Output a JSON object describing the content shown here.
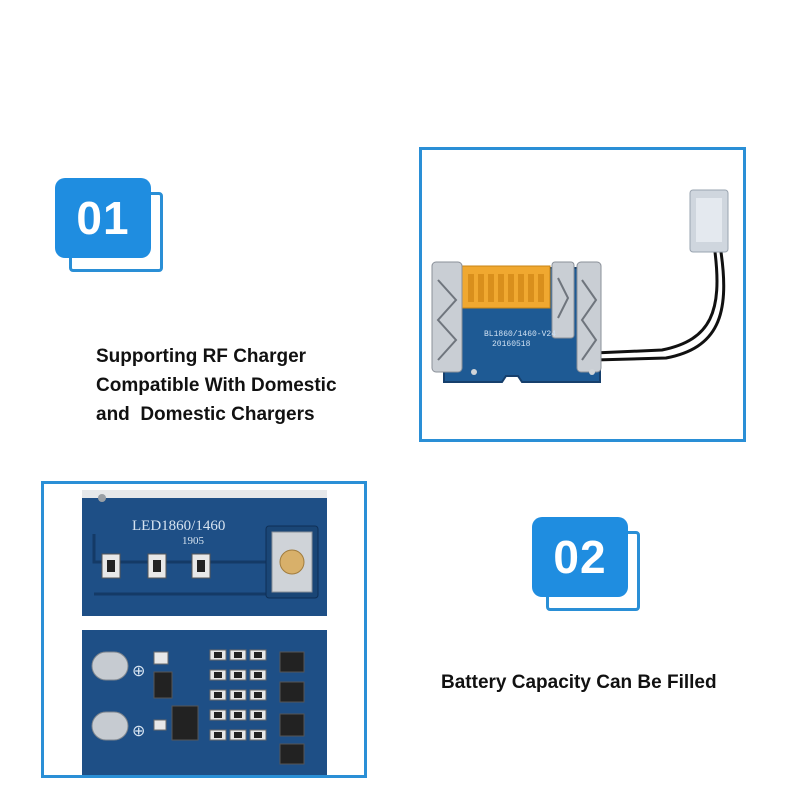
{
  "features": [
    {
      "number": "01",
      "lines": [
        "Supporting RF Charger",
        "Compatible With Domestic",
        "and  Domestic Chargers"
      ]
    },
    {
      "number": "02",
      "lines": [
        "Battery Capacity Can Be Filled"
      ]
    }
  ],
  "board_top": {
    "marking_model": "BL1860/1460-V24",
    "marking_date": "20160518"
  },
  "board_closeup": {
    "marking_model": "LED1860/1460",
    "marking_code": "1905"
  },
  "colors": {
    "accent": "#1f8de0",
    "pcb": "#1e4f86",
    "pcb_dark": "#143a66",
    "connector": "#f0a830"
  }
}
